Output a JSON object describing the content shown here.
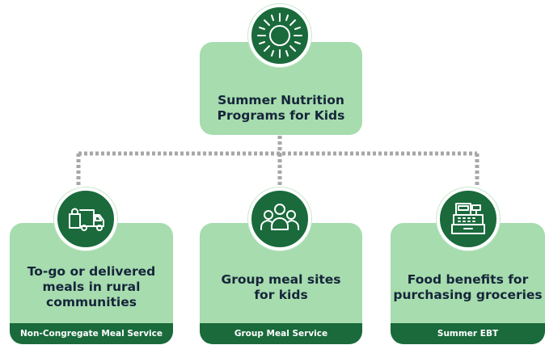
{
  "top": {
    "title": "Summer Nutrition\nPrograms for Kids",
    "icon": "sun-icon"
  },
  "programs": [
    {
      "title": "To-go or delivered\nmeals in rural\ncommunities",
      "footer": "Non-Congregate Meal Service",
      "icon": "delivery-truck-icon"
    },
    {
      "title": "Group meal sites\nfor kids",
      "footer": "Group Meal Service",
      "icon": "group-people-icon"
    },
    {
      "title": "Food benefits for\npurchasing groceries",
      "footer": "Summer EBT",
      "icon": "cash-register-icon"
    }
  ],
  "colors": {
    "card_bg": "#a6dcae",
    "dark_green": "#1a6a3c",
    "connector": "#a7a7a7",
    "title_text": "#16253a"
  }
}
